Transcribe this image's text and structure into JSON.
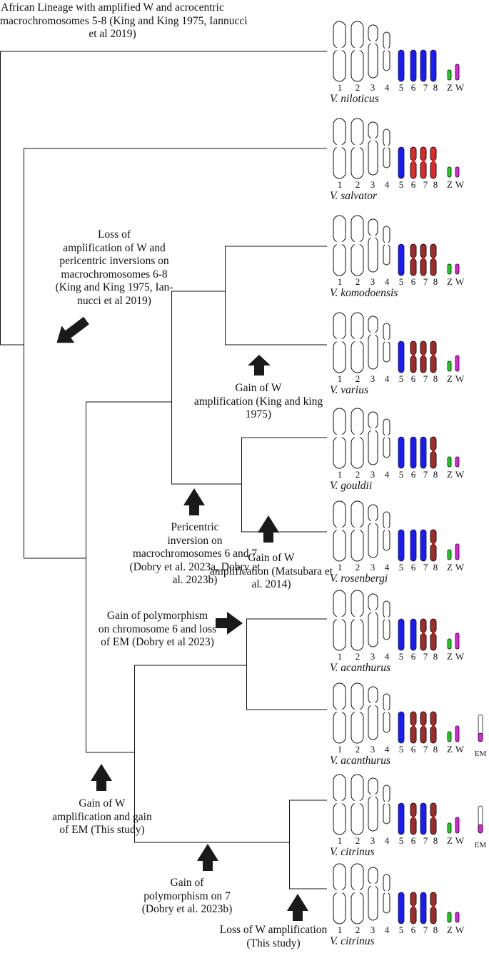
{
  "annotations": {
    "african": [
      "African Lineage with amplified W and acrocentric",
      "macrochromosomes 5-8 (King and King 1975, Iannucci",
      "et al 2019)"
    ],
    "loss_amp": [
      "Loss of",
      "amplification of W and",
      "pericentric inversions on",
      "macrochromosomes 6-8",
      "(King and King 1975, Ian-",
      "nucci et al 2019)"
    ],
    "gain_king": [
      "Gain of W",
      "amplification (King and king",
      "1975)"
    ],
    "pericentric": [
      "Pericentric",
      "inversion on",
      "macrochromosomes 6 and 7",
      "(Dobry et al. 2023a, Dobry et",
      "al. 2023b)"
    ],
    "gain_matsubara": [
      "Gain of W",
      "amplification (Matsubara et",
      "al. 2014)"
    ],
    "polymorph6": [
      "Gain of polymorphism",
      "on chromosome 6 and loss",
      "of EM (Dobry et al 2023)"
    ],
    "gain_em": [
      "Gain of W",
      "amplification and gain",
      "of EM (This study)"
    ],
    "polymorph7": [
      "Gain of",
      "polymorphism on 7",
      "(Dobry et al. 2023b)"
    ],
    "loss_w": [
      "Loss of W amplification",
      "(This study)"
    ]
  },
  "chromosome_numbers": [
    "1",
    "2",
    "3",
    "4",
    "5",
    "6",
    "7",
    "8"
  ],
  "sex_labels": {
    "z": "Z",
    "w": "W",
    "em": "EM"
  },
  "colors": {
    "white": "#ffffff",
    "blue": "#1a1aff",
    "red": "#e02828",
    "dark_red": "#a32a2a",
    "green": "#22cc22",
    "magenta": "#dd22dd"
  },
  "species": [
    {
      "name": "V. niloticus",
      "colors": [
        "blue",
        "blue",
        "blue",
        "blue"
      ],
      "w_tall": true,
      "em": false
    },
    {
      "name": "V. salvator",
      "colors": [
        "blue",
        "red",
        "red",
        "red"
      ],
      "w_tall": false,
      "em": false
    },
    {
      "name": "V. komodoensis",
      "colors": [
        "blue",
        "dark_red",
        "dark_red",
        "dark_red"
      ],
      "w_tall": false,
      "em": false
    },
    {
      "name": "V. varius",
      "colors": [
        "blue",
        "dark_red",
        "dark_red",
        "dark_red"
      ],
      "w_tall": true,
      "em": false
    },
    {
      "name": "V. gouldii",
      "colors": [
        "blue",
        "blue",
        "blue",
        "dark_red"
      ],
      "w_tall": false,
      "em": false
    },
    {
      "name": "V. rosenbergi",
      "colors": [
        "blue",
        "blue",
        "blue",
        "dark_red"
      ],
      "w_tall": true,
      "em": false
    },
    {
      "name": "V. acanthurus",
      "colors": [
        "blue",
        "blue",
        "dark_red",
        "dark_red"
      ],
      "w_tall": true,
      "em": false
    },
    {
      "name": "V. acanthurus",
      "colors": [
        "blue",
        "dark_red",
        "dark_red",
        "dark_red"
      ],
      "w_tall": true,
      "em": true
    },
    {
      "name": "V. citrinus",
      "colors": [
        "blue",
        "dark_red",
        "blue",
        "dark_red"
      ],
      "w_tall": true,
      "em": true
    },
    {
      "name": "V. citrinus",
      "colors": [
        "blue",
        "dark_red",
        "blue",
        "dark_red"
      ],
      "w_tall": false,
      "em": false
    }
  ]
}
